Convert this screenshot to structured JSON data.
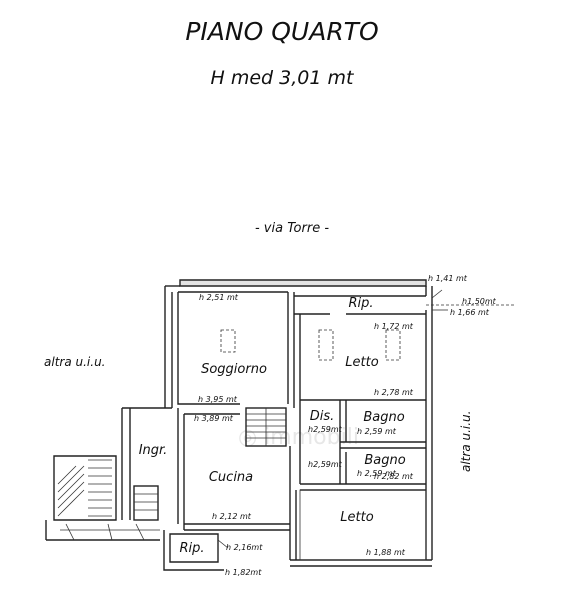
{
  "title": "PIANO QUARTO",
  "subtitle": "H med 3,01 mt",
  "street": "- via Torre -",
  "neighbor_left": "altra u.i.u.",
  "neighbor_right": "altra u.i.u.",
  "rooms": {
    "soggiorno": "Soggiorno",
    "letto_top": "Letto",
    "rip_top": "Rip.",
    "dis": "Dis.",
    "bagno1": "Bagno",
    "bagno2": "Bagno",
    "ingr": "Ingr.",
    "cucina": "Cucina",
    "letto_bottom": "Letto",
    "rip_bottom": "Rip."
  },
  "heights": {
    "h141": "h 1,41 mt",
    "h150": "h1,50mt",
    "h166": "h 1,66 mt",
    "h251": "h 2,51 mt",
    "h172": "h 1,72 mt",
    "h278": "h 2,78 mt",
    "h395": "h 3,95 mt",
    "h389": "h 3,89 mt",
    "h259a": "h2,59mt",
    "h259b": "h 2,59 mt",
    "h259c": "h2,59mt",
    "h259d": "h 2,59 mt",
    "h282": "h 2,82 mt",
    "h212": "h 2,12 mt",
    "h216": "h 2,16mt",
    "h188": "h 1,88 mt",
    "h182": "h 1,82mt"
  }
}
